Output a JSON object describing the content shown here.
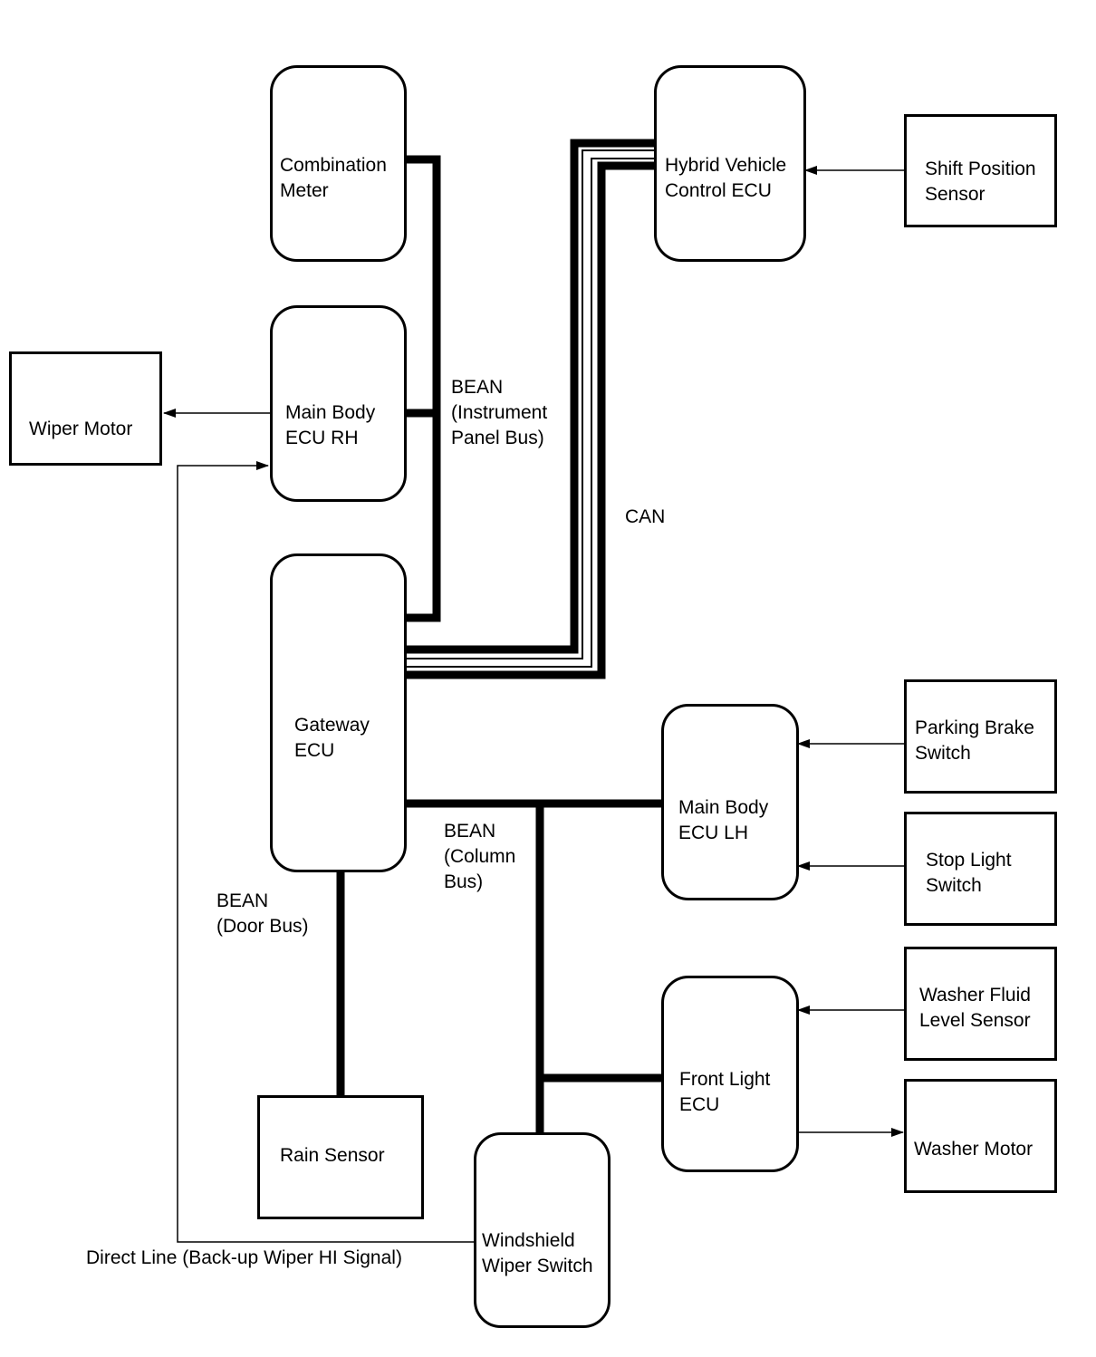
{
  "nodes": {
    "combination_meter": "Combination\nMeter",
    "hybrid_vehicle_control_ecu": "Hybrid Vehicle\nControl ECU",
    "shift_position_sensor": "Shift Position\nSensor",
    "wiper_motor": "Wiper Motor",
    "main_body_ecu_rh": "Main Body\nECU RH",
    "gateway_ecu": "Gateway\nECU",
    "parking_brake_switch": "Parking Brake\nSwitch",
    "main_body_ecu_lh": "Main Body\nECU LH",
    "stop_light_switch": "Stop Light\nSwitch",
    "washer_fluid_level_sensor": "Washer Fluid\nLevel Sensor",
    "front_light_ecu": "Front Light\nECU",
    "washer_motor": "Washer Motor",
    "rain_sensor": "Rain Sensor",
    "windshield_wiper_switch": "Windshield\nWiper Switch"
  },
  "bus_labels": {
    "bean_instrument_panel": "BEAN\n(Instrument\nPanel Bus)",
    "can": "CAN",
    "bean_column": "BEAN\n(Column\nBus)",
    "bean_door": "BEAN\n(Door Bus)",
    "direct_line": "Direct Line (Back-up Wiper HI Signal)"
  }
}
